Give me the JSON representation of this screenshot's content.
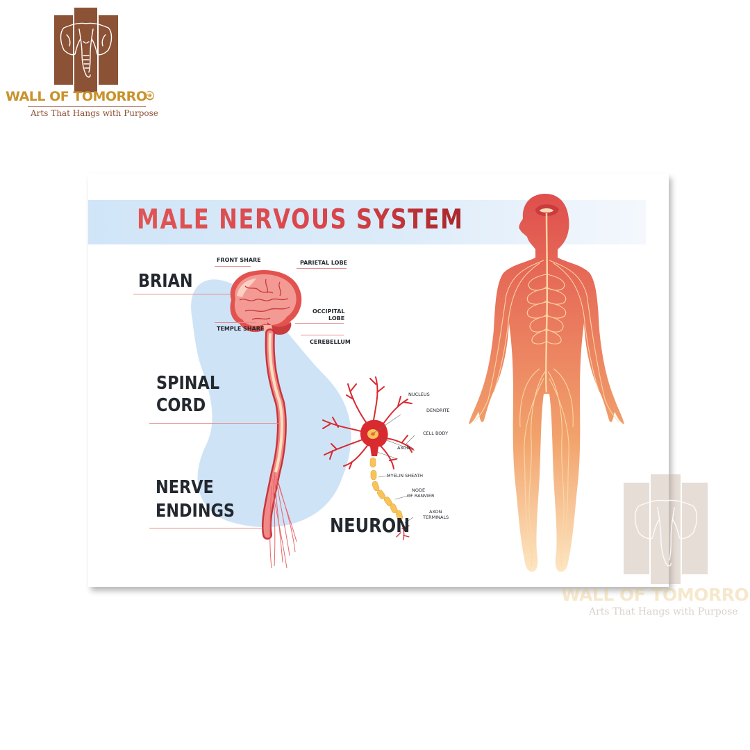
{
  "branding": {
    "name": "WALL OF TOMORROW",
    "name_display": "WALL OF TOMORRO",
    "tagline": "Arts That Hangs with Purpose",
    "logo_icon": "elephant-icon",
    "brand_color": "#8b5236",
    "gold_color": "#c9932c"
  },
  "poster": {
    "title": "MALE NERVOUS SYSTEM",
    "title_color": "#d9454a",
    "banner_color": "#d0e5f8",
    "sections": {
      "brain": "BRIAN",
      "spinal_cord_line1": "SPINAL",
      "spinal_cord_line2": "CORD",
      "nerve_endings_line1": "NERVE",
      "nerve_endings_line2": "ENDINGS",
      "neuron": "NEURON"
    },
    "brain_labels": {
      "front": "FRONT SHARE",
      "parietal": "PARIETAL LOBE",
      "occipital_line1": "OCCIPITAL",
      "occipital_line2": "LOBE",
      "temple": "TEMPLE SHARE",
      "cerebellum": "CEREBELLUM"
    },
    "neuron_labels": {
      "nucleus": "NUCLEUS",
      "dendrite": "DENDRITE",
      "cell_body": "CELL BODY",
      "axon": "AXON",
      "myelin": "MYELIN SHEATH",
      "node_line1": "NODE",
      "node_line2": "OF RANVIER",
      "terminals_line1": "AXON",
      "terminals_line2": "TERMINALS"
    },
    "illustrations": [
      "brain-icon",
      "spinal-cord-icon",
      "neuron-icon",
      "human-body-icon"
    ]
  },
  "watermark": {
    "name": "WALL OF TOMORRO",
    "tagline": "Arts That Hangs with Purpose"
  }
}
